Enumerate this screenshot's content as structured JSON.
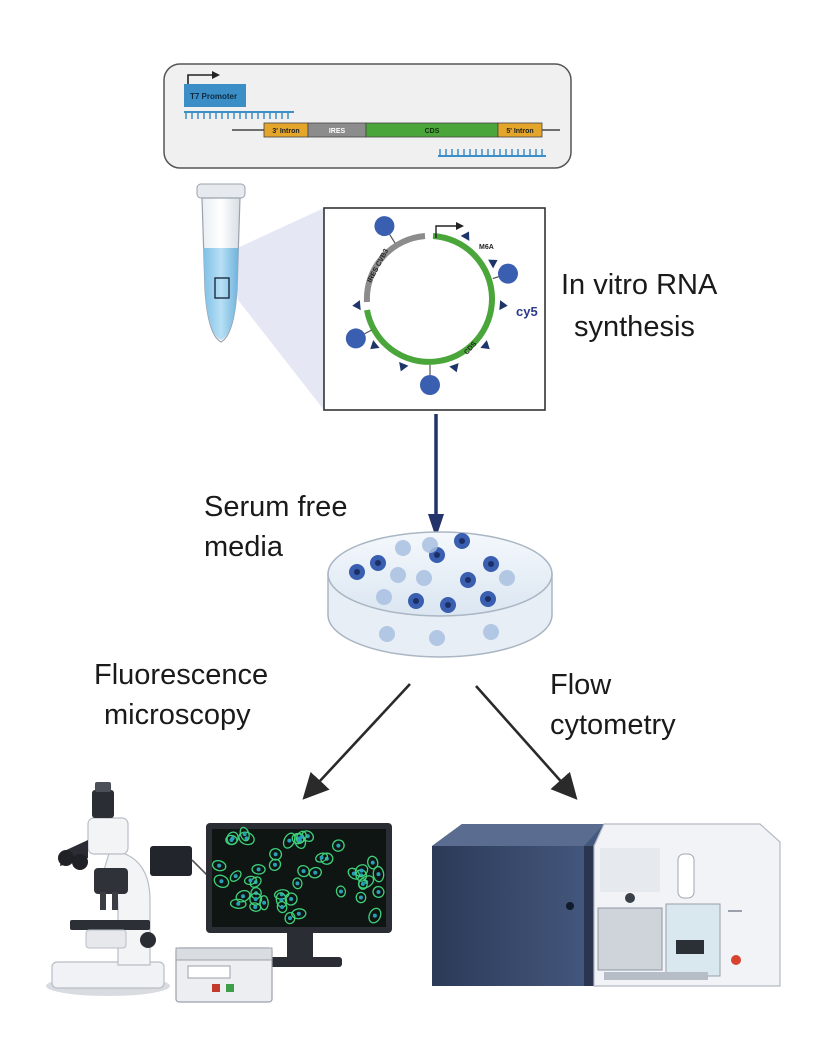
{
  "construct": {
    "promoter": "T7 Promoter",
    "segments": [
      "3' Intron",
      "IRES",
      "CDS",
      "5' Intron"
    ]
  },
  "circle": {
    "ires_label": "IRES CVB3",
    "cds_label": "CDS",
    "m6a_label": "M6A",
    "dye_label": "cy5"
  },
  "labels": {
    "synthesis_line1": "In vitro RNA",
    "synthesis_line2": "synthesis",
    "media_line1": "Serum free",
    "media_line2": "media",
    "microscopy_line1": "Fluorescence",
    "microscopy_line2": "microscopy",
    "flow_line1": "Flow",
    "flow_line2": "cytometry"
  },
  "colors": {
    "promoter": "#3c8fc6",
    "intron": "#e3a52a",
    "ires": "#8c8c8c",
    "cds": "#4aa63a",
    "dot": "#3a5fb0",
    "triangle": "#1e3569",
    "arrow": "#2a2a2a",
    "vertical_arrow": "#24346a",
    "cytometer_body": "#3b4c6e"
  }
}
